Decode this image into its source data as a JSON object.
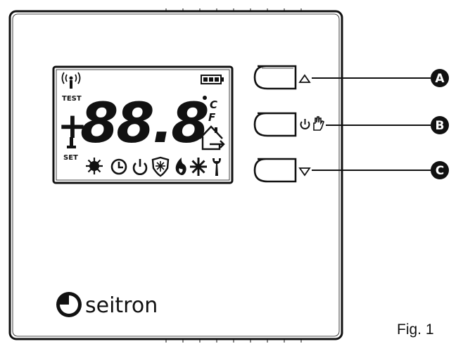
{
  "lcd": {
    "digits": "88.8",
    "sign": "+",
    "test_label": "TEST",
    "set_label": "SET",
    "unit_celsius": "C",
    "unit_fahrenheit": "F"
  },
  "icons": {
    "signal": "antenna-signal-icon",
    "battery": "battery-icon",
    "thermometer": "thermometer-icon",
    "home": "house-icon",
    "sun": "sun-icon",
    "clock": "clock-icon",
    "power": "power-icon",
    "frost_shield": "frost-shield-icon",
    "flame": "flame-icon",
    "snowflake": "snowflake-icon",
    "wrench": "wrench-icon",
    "hand": "hand-icon",
    "arrow_up": "triangle-up-icon",
    "arrow_down": "triangle-down-icon"
  },
  "callouts": {
    "a": "A",
    "b": "B",
    "c": "C"
  },
  "brand": {
    "name": "seitron"
  },
  "figure": {
    "label": "Fig. 1"
  },
  "colors": {
    "ink": "#111111",
    "background": "#ffffff"
  }
}
